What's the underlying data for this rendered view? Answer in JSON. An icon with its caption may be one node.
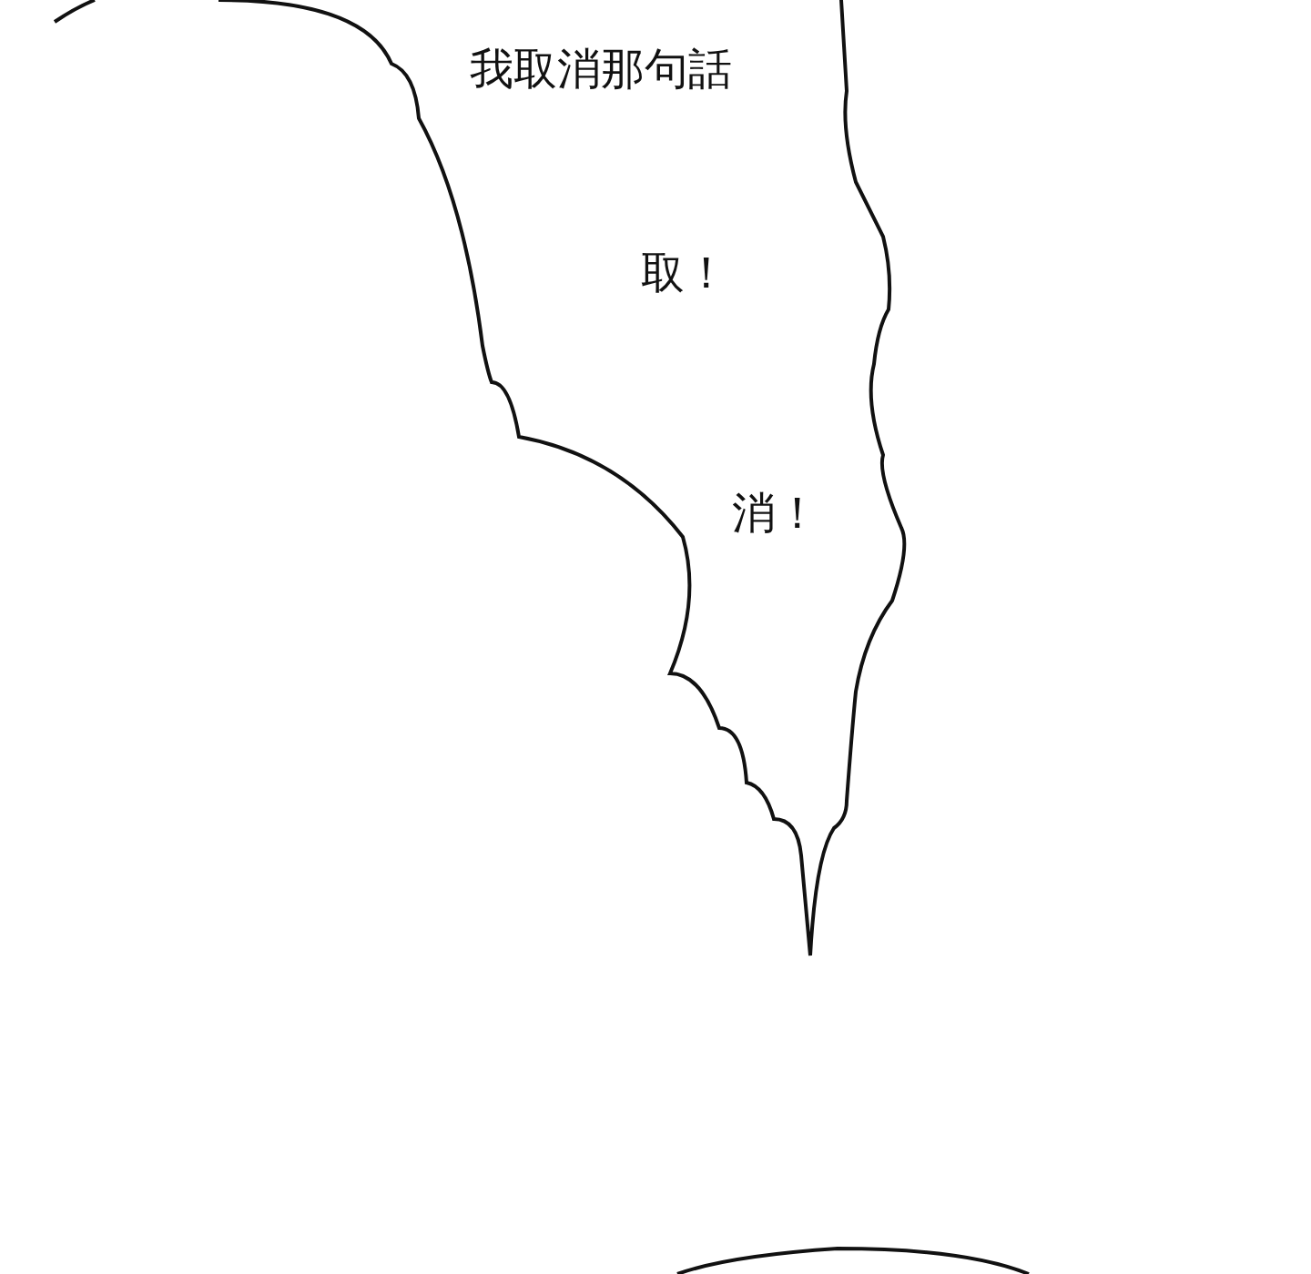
{
  "diagram": {
    "nodes": [
      {
        "text": [
          "我取消那句話",
          "取！",
          "消！"
        ]
      }
    ]
  }
}
